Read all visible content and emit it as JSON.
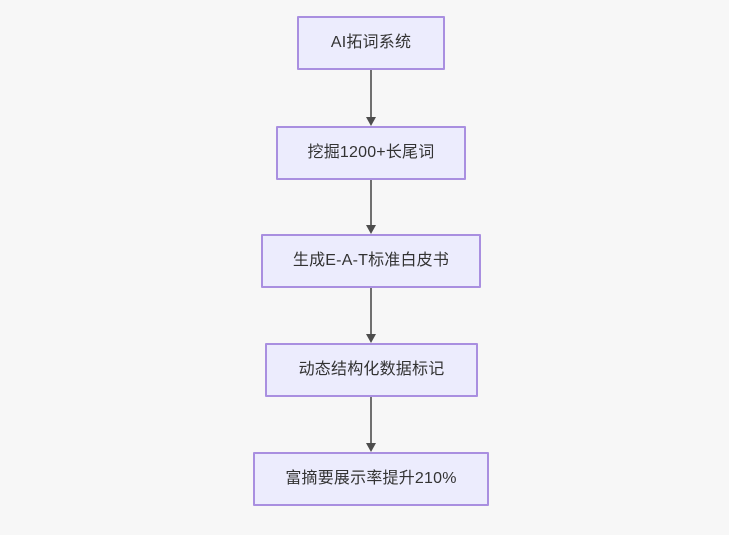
{
  "diagram": {
    "type": "flowchart",
    "direction": "top-to-bottom",
    "background_color": "#f7f7f7",
    "node_fill_color": "#ececfd",
    "node_border_color": "#a98fe0",
    "text_color": "#333333",
    "connector_color": "#707070",
    "nodes": [
      {
        "id": "n1",
        "label": "AI拓词系统"
      },
      {
        "id": "n2",
        "label": "挖掘1200+长尾词"
      },
      {
        "id": "n3",
        "label": "生成E-A-T标准白皮书"
      },
      {
        "id": "n4",
        "label": "动态结构化数据标记"
      },
      {
        "id": "n5",
        "label": "富摘要展示率提升210%"
      }
    ],
    "edges": [
      {
        "from": "n1",
        "to": "n2",
        "arrow": "arrow-down-icon"
      },
      {
        "from": "n2",
        "to": "n3",
        "arrow": "arrow-down-icon"
      },
      {
        "from": "n3",
        "to": "n4",
        "arrow": "arrow-down-icon"
      },
      {
        "from": "n4",
        "to": "n5",
        "arrow": "arrow-down-icon"
      }
    ]
  }
}
